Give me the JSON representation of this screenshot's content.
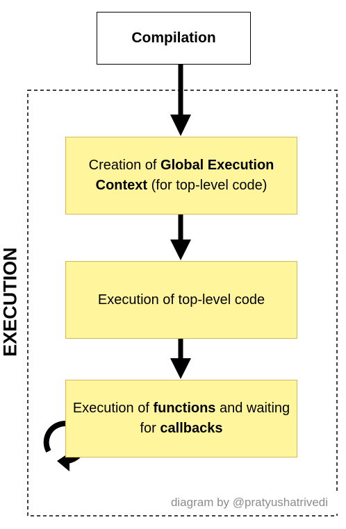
{
  "nodes": {
    "compilation": "Compilation",
    "gec": {
      "pre": "Creation of ",
      "bold": "Global Execution Context",
      "post": " (for top-level code)"
    },
    "top_level": "Execution of top-level code",
    "functions": {
      "pre": "Execution of ",
      "bold1": "functions",
      "mid": " and waiting for ",
      "bold2": "callbacks"
    }
  },
  "group_label": "EXECUTION",
  "credit": "diagram by @pratyushatrivedi",
  "colors": {
    "box_fill": "#fff59d",
    "box_border": "#d6b656",
    "line": "#000000",
    "credit_text": "#8c8c8c"
  },
  "icons": {
    "loop": "circular-arrow-icon"
  }
}
